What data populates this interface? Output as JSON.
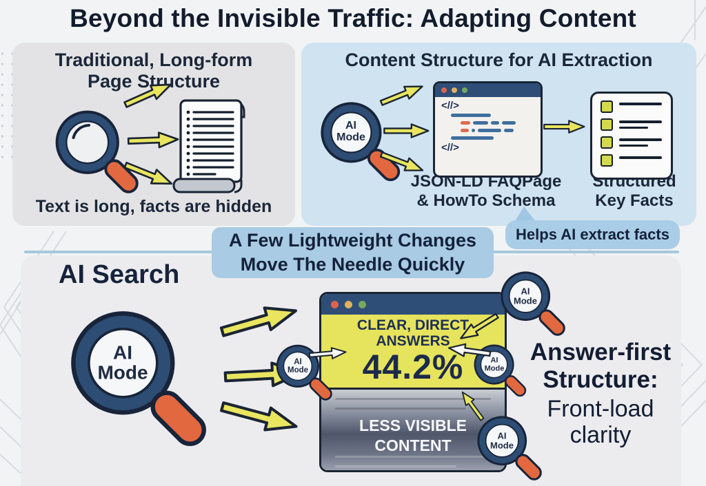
{
  "title": "Beyond the Invisible Traffic: Adapting Content",
  "labels": {
    "ai_mode": "AI\nMode"
  },
  "panels": {
    "traditional": {
      "title": "Traditional, Long-form\nPage Structure",
      "caption": "Text is long, facts are hidden"
    },
    "extraction": {
      "title": "Content Structure for AI Extraction",
      "code_tag_top": "<//>",
      "code_tag_bottom": "<//>",
      "code_caption": "JSON-LD FAQPage\n& HowTo Schema",
      "facts_caption": "Structured\nKey Facts",
      "callout": "Helps AI extract facts"
    },
    "bridge": {
      "callout": "A Few Lightweight Changes\nMove The Needle Quickly"
    },
    "ai_search": {
      "heading": "AI Search",
      "answer_title": "CLEAR, DIRECT\nANSWERS",
      "stat": "44.2%",
      "hidden_label": "LESS VISIBLE\nCONTENT",
      "annotation_bold": "Answer-first\nStructure:",
      "annotation_regular": "Front-load\nclarity"
    }
  },
  "colors": {
    "navy_ring": "#2d4d74",
    "title_bar": "#2e4e78",
    "ink": "#16202f",
    "arrow_yellow": "#e9e55f",
    "handle_orange": "#e2693f",
    "panel_gray": "#e3e3e6",
    "panel_blue": "#cfe3f0",
    "callout_blue": "#a9cbe4",
    "highlight_yellow": "#e6e35c",
    "code_blue": "#3f6f9e",
    "code_orange": "#dd6b4d",
    "fact_square": "#d5d94e",
    "hidden_gray": "#4f566a"
  }
}
